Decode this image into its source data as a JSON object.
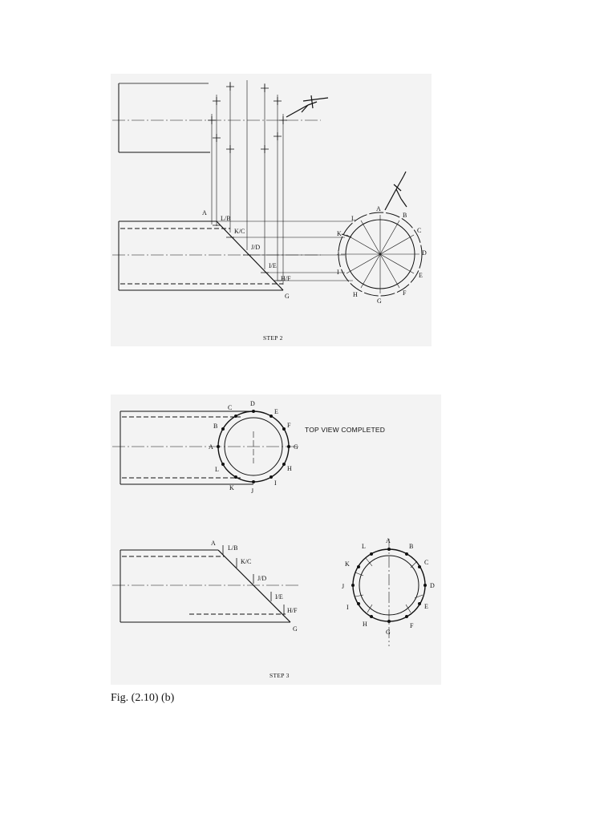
{
  "caption": "Fig. (2.10) (b)",
  "step2": {
    "label": "STEP 2",
    "front_labels": [
      "A",
      "L/B",
      "K/C",
      "J/D",
      "I/E",
      "H/F",
      "G"
    ],
    "circle_labels": [
      "A",
      "B",
      "C",
      "D",
      "E",
      "F",
      "G",
      "H",
      "I",
      "J",
      "K",
      "L"
    ]
  },
  "step3": {
    "label": "STEP 3",
    "top_view_text": "TOP VIEW COMPLETED",
    "top_circle_labels": [
      "A",
      "B",
      "C",
      "D",
      "E",
      "F",
      "G",
      "H",
      "I",
      "J",
      "K",
      "L"
    ],
    "front_labels": [
      "A",
      "L/B",
      "K/C",
      "J/D",
      "I/E",
      "H/F",
      "G"
    ],
    "end_circle_labels": [
      "A",
      "B",
      "C",
      "D",
      "E",
      "F",
      "G",
      "H",
      "I",
      "J",
      "K",
      "L"
    ]
  }
}
